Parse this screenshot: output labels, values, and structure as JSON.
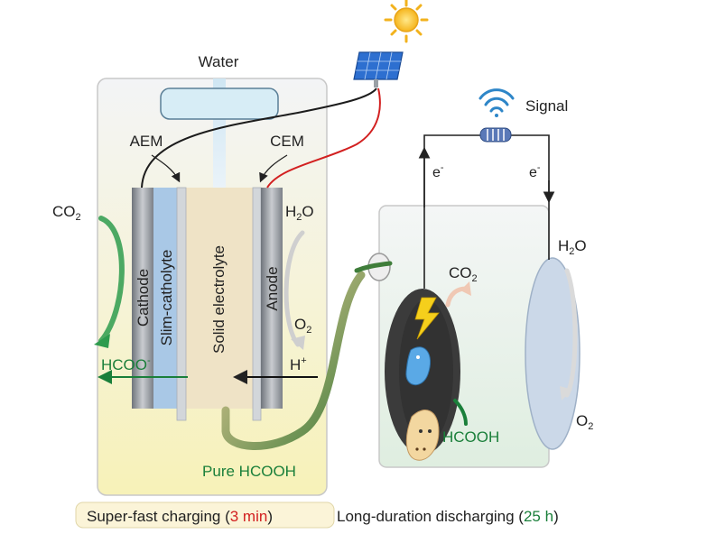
{
  "labels": {
    "water": "Water",
    "aem": "AEM",
    "cem": "CEM",
    "co2_left": "CO",
    "co2_left_sub": "2",
    "cathode": "Cathode",
    "slim_catholyte": "Slim-catholyte",
    "solid_electrolyte": "Solid electrolyte",
    "anode": "Anode",
    "h2o_left": "H",
    "h2o_left_sub": "2",
    "h2o_left_end": "O",
    "o2_left": "O",
    "o2_left_sub": "2",
    "hcoo": "HCOO",
    "hcoo_sup": "-",
    "h_plus": "H",
    "h_plus_sup": "+",
    "pure_hcooh": "Pure HCOOH",
    "signal": "Signal",
    "e_left": "e",
    "e_left_sup": "-",
    "e_right": "e",
    "e_right_sup": "-",
    "co2_right": "CO",
    "co2_right_sub": "2",
    "h2o_right": "H",
    "h2o_right_sub": "2",
    "h2o_right_end": "O",
    "o2_right": "O",
    "o2_right_sub": "2",
    "hcooh_right": "HCOOH"
  },
  "caption": {
    "charging": "Super-fast charging (",
    "charging_time": "3 min",
    "charging_end": ")",
    "discharging": "Long-duration discharging (",
    "discharging_time": "25 h",
    "discharging_end": ")"
  },
  "colors": {
    "red_accent": "#d22020",
    "green_accent": "#1a7f3a",
    "cell_fill": "#f6f0c8",
    "electrolyte": "#efe3c6",
    "catholyte": "#a9c8e6",
    "electrode": "#8a8f96"
  }
}
